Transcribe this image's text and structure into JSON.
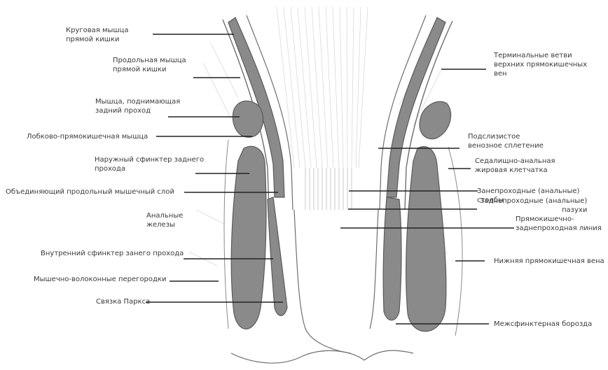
{
  "labels": {
    "circular_muscle": "Круговая мышца\nпрямой кишки",
    "longitudinal_muscle": "Продольная мышца\nпрямой кишки",
    "levator_ani": "Мышца, поднимающая\nзадний проход",
    "puborectalis": "Лобково-прямокишечная мышца",
    "external_sphincter": "Наружный сфинктер заднего\nпрохода",
    "conjoined_longitudinal": "Объединяющий продольный мышечный слой",
    "anal_glands": "Анальные\nжелезы",
    "internal_sphincter": "Внутренний сфинктер занего прохода",
    "fibromuscular_septa": "Мышечно-волоконные перегородки",
    "parks_ligament": "Связка Паркса",
    "terminal_branches": "Терминальные ветви\nверхних прямокишечных\nвен",
    "submucosal_plexus": "Подслизистое\nвенозное сплетение",
    "ischioanal_fat": "Седалищно-анальная\nжировая клетчатка",
    "anal_columns": "Занепроходные (анальные) столбы",
    "anal_sinuses": "Заднепроходные (анальные)\nпазухи",
    "dentate_line": "Прямокишечно-\nзаднепроходная линия",
    "inferior_rectal_vein": "Нижняя прямокишечная вена",
    "intersphincteric_groove": "Межсфинктерная борозда"
  },
  "colors": {
    "muscle_fill": "#8a8a8a",
    "muscle_stroke": "#5a5a5a",
    "outline": "#6d6d6d",
    "leader": "#222222",
    "text": "#3a3a3a"
  }
}
